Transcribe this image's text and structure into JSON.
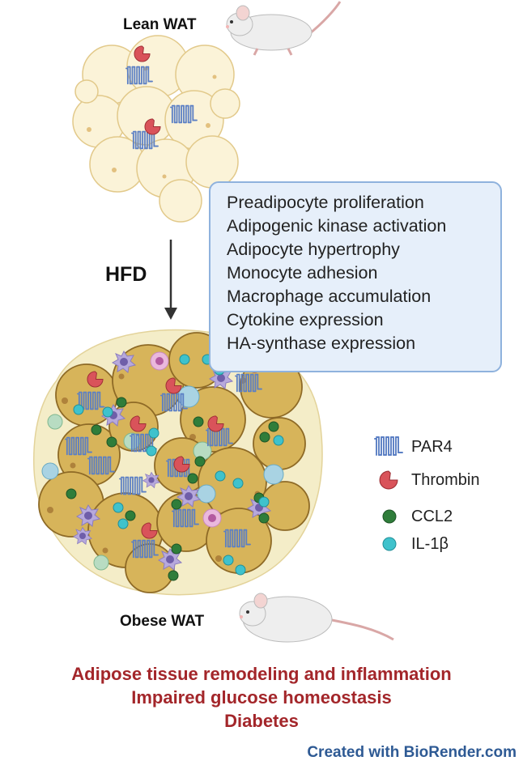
{
  "labels": {
    "lean": "Lean WAT",
    "hfd": "HFD",
    "obese": "Obese WAT"
  },
  "effects": [
    "Preadipocyte proliferation",
    "Adipogenic kinase  activation",
    "Adipocyte hypertrophy",
    "Monocyte adhesion",
    "Macrophage accumulation",
    "Cytokine expression",
    "HA-synthase expression"
  ],
  "legend": [
    {
      "label": "PAR4",
      "icon": "par4-receptor-icon",
      "color": "#5b7fc4"
    },
    {
      "label": "Thrombin",
      "icon": "thrombin-icon",
      "color": "#d9535a"
    },
    {
      "label": "CCL2",
      "icon": "ccl2-dot-icon",
      "color": "#2f7d3a"
    },
    {
      "label": "IL-1β",
      "icon": "il1b-dot-icon",
      "color": "#3fc2cc"
    }
  ],
  "outcomes": [
    "Adipose tissue remodeling and inflammation",
    "Impaired glucose homeostasis",
    "Diabetes"
  ],
  "credit": "Created with BioRender.com",
  "colors": {
    "lean_cell": "#fbf3d8",
    "obese_cell": "#d7b45a",
    "box_fill": "#e6effa",
    "box_border": "#8fb2dd",
    "outcome_text": "#a3262a",
    "credit_text": "#2e5a94"
  }
}
